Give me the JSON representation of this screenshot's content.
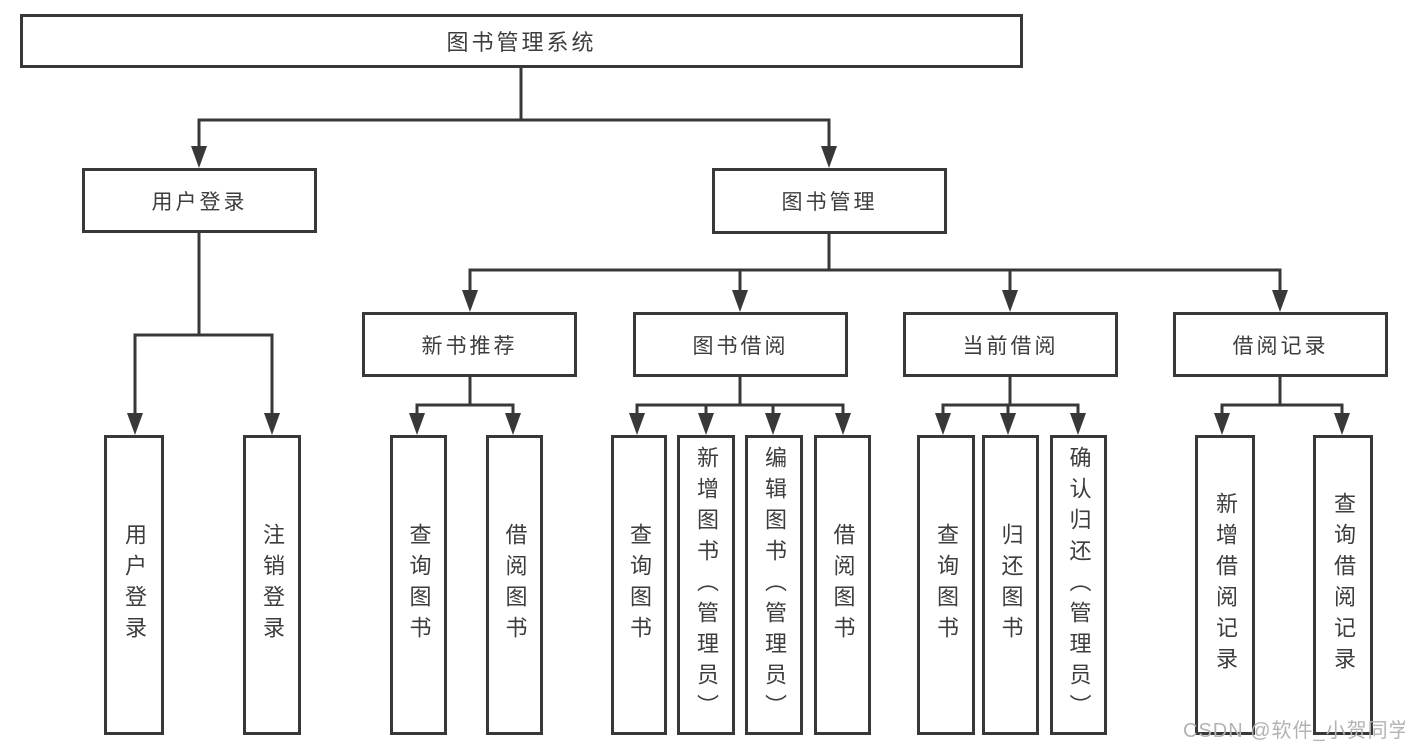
{
  "diagram": {
    "title": "图书管理系统",
    "branches": [
      {
        "label": "用户登录",
        "children": [
          {
            "label": "用户登录"
          },
          {
            "label": "注销登录"
          }
        ]
      },
      {
        "label": "图书管理",
        "children": [
          {
            "label": "新书推荐",
            "children": [
              {
                "label": "查询图书"
              },
              {
                "label": "借阅图书"
              }
            ]
          },
          {
            "label": "图书借阅",
            "children": [
              {
                "label": "查询图书"
              },
              {
                "label": "新增图书（管理员）"
              },
              {
                "label": "编辑图书（管理员）"
              },
              {
                "label": "借阅图书"
              }
            ]
          },
          {
            "label": "当前借阅",
            "children": [
              {
                "label": "查询图书"
              },
              {
                "label": "归还图书"
              },
              {
                "label": "确认归还（管理员）"
              }
            ]
          },
          {
            "label": "借阅记录",
            "children": [
              {
                "label": "新增借阅记录"
              },
              {
                "label": "查询借阅记录"
              }
            ]
          }
        ]
      }
    ]
  },
  "watermark": "CSDN @软件_小贺同学",
  "colors": {
    "line": "#383838",
    "text": "#3d3d3d",
    "watermark": "#b3b3b3",
    "background": "#ffffff"
  }
}
